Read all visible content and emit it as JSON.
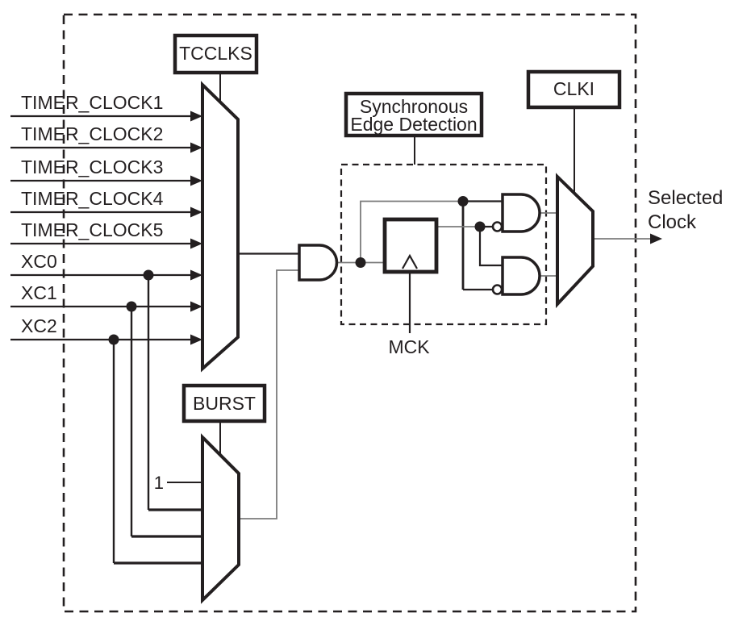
{
  "colors": {
    "background": "#ffffff",
    "ink": "#231f20",
    "wire_gray": "#7b7b7b",
    "text": "#231f20"
  },
  "clock_inputs": [
    {
      "label": "TIMER_CLOCK1"
    },
    {
      "label": "TIMER_CLOCK2"
    },
    {
      "label": "TIMER_CLOCK3"
    },
    {
      "label": "TIMER_CLOCK4"
    },
    {
      "label": "TIMER_CLOCK5"
    },
    {
      "label": "XC0"
    },
    {
      "label": "XC1"
    },
    {
      "label": "XC2"
    }
  ],
  "registers": {
    "tcclks": "TCCLKS",
    "burst": "BURST",
    "clki": "CLKI"
  },
  "sync_edge_block": {
    "title_line1": "Synchronous",
    "title_line2": "Edge Detection",
    "clock_input": "MCK"
  },
  "burst_mux": {
    "constant_input": "1"
  },
  "output": {
    "line1": "Selected",
    "line2": "Clock"
  }
}
